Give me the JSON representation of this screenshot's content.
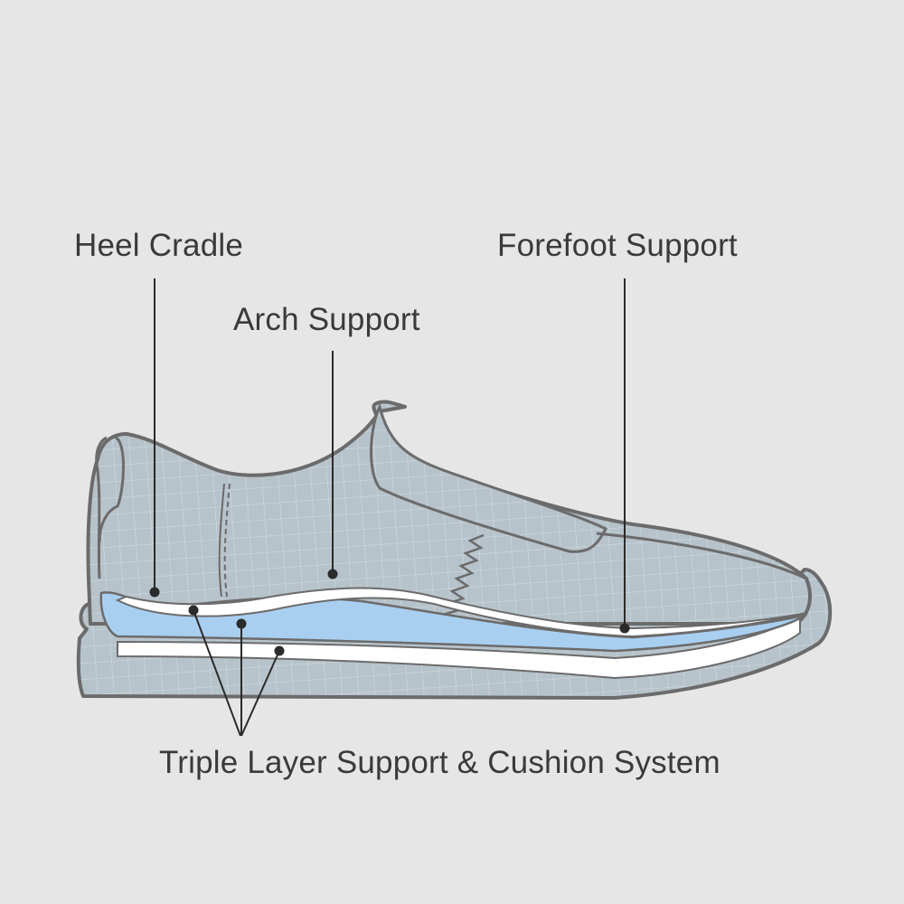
{
  "diagram": {
    "subject": "shoe cross-section",
    "colors": {
      "background": "#e6e6e6",
      "shoe_fill": "#b7c3cb",
      "outline": "#6b6b6b",
      "grid": "#d3dde3",
      "cushion_blue": "#a9cff0",
      "layer_white": "#ffffff",
      "leader": "#2b2b2b",
      "text": "#3a3a3a"
    },
    "labels": {
      "heel_cradle": "Heel Cradle",
      "arch_support": "Arch Support",
      "forefoot_support": "Forefoot Support",
      "triple_layer": "Triple Layer Support & Cushion System"
    }
  }
}
